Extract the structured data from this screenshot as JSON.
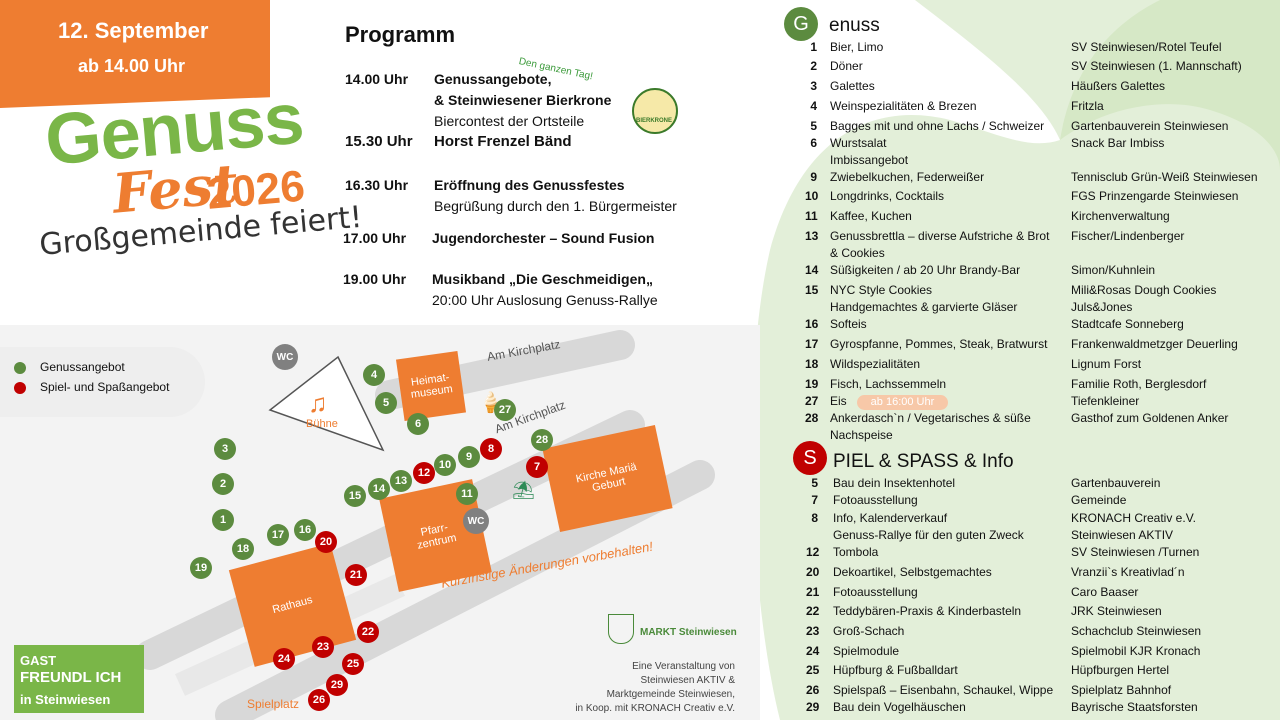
{
  "banner": {
    "date": "12. September",
    "time": "ab 14.00 Uhr"
  },
  "logo": {
    "line1": "Genuss",
    "line2": "Fest",
    "year": "2026",
    "subtitle": "Großgemeinde feiert!"
  },
  "program": {
    "title": "Programm",
    "all_day": "Den ganzen Tag!",
    "bierkrone_label": "BIERKRONE",
    "items": [
      {
        "time": "14.00 Uhr",
        "lines": [
          "Genussangebote,",
          "& Steinwiesener Bierkrone",
          "Biercontest der Ortsteile"
        ]
      },
      {
        "time": "15.30 Uhr",
        "lines": [
          "Horst Frenzel Bänd"
        ]
      },
      {
        "time": "16.30  Uhr",
        "lines": [
          "Eröffnung  des Genussfestes",
          "Begrüßung durch den 1. Bürgermeister"
        ]
      },
      {
        "time": "17.00 Uhr",
        "lines": [
          "Jugendorchester – Sound Fusion"
        ]
      },
      {
        "time": "19.00  Uhr",
        "lines": [
          "Musikband „Die Geschmeidigen„",
          "20:00 Uhr Auslosung Genuss-Rallye"
        ]
      }
    ]
  },
  "legend": {
    "green": "Genussangebot",
    "red": "Spiel- und Spaßangebot"
  },
  "map": {
    "streets": [
      "Am Kirchplatz",
      "Am Kirchplatz"
    ],
    "buildings": [
      "Heimat-museum",
      "Bühne",
      "Kirche Mariä Geburt",
      "Pfarr-zentrum",
      "Rathaus"
    ],
    "wc": "WC",
    "spielplatz": "Spielplatz",
    "disclaimer": "Kurzfristige Änderungen vorbehalten!",
    "markers_green": [
      "1",
      "2",
      "3",
      "4",
      "5",
      "6",
      "9",
      "10",
      "11",
      "13",
      "14",
      "15",
      "16",
      "17",
      "18",
      "19",
      "27",
      "28"
    ],
    "markers_red": [
      "7",
      "8",
      "12",
      "20",
      "21",
      "22",
      "23",
      "24",
      "25",
      "26",
      "29"
    ]
  },
  "organizer": [
    "Eine Veranstaltung von",
    "Steinwiesen AKTIV &",
    "Marktgemeinde Steinwiesen,",
    "in Koop. mit KRONACH Creativ e.V."
  ],
  "markt": "MARKT Steinwiesen",
  "gastfreundlich": {
    "l1": "GAST",
    "l2": "FREUNDL ICH",
    "l3": "in Steinwiesen"
  },
  "colors": {
    "orange": "#ee7d31",
    "green": "#7ab648",
    "dark_green": "#5c8b3f",
    "red": "#c00000"
  },
  "genuss": {
    "letter": "G",
    "title": "enuss",
    "rows": [
      {
        "n": "1",
        "a": "Bier, Limo",
        "v": "SV Steinwiesen/Rotel Teufel"
      },
      {
        "n": "2",
        "a": "Döner",
        "v": "SV Steinwiesen (1. Mannschaft)"
      },
      {
        "n": "3",
        "a": "Galettes",
        "v": "Häußers Galettes"
      },
      {
        "n": "4",
        "a": "Weinspezialitäten & Brezen",
        "v": "Fritzla"
      },
      {
        "n": "5",
        "a": "Bagges mit und ohne Lachs / Schweizer",
        "v": "Gartenbauverein Steinwiesen"
      },
      {
        "n": "6",
        "a": "Wurstsalat",
        "v": "Snack Bar Imbiss"
      },
      {
        "n": "",
        "a": "Imbissangebot",
        "v": ""
      },
      {
        "n": "9",
        "a": "Zwiebelkuchen, Federweißer",
        "v": "Tennisclub Grün-Weiß Steinwiesen"
      },
      {
        "n": "10",
        "a": "Longdrinks, Cocktails",
        "v": "FGS Prinzengarde Steinwiesen"
      },
      {
        "n": "11",
        "a": "Kaffee, Kuchen",
        "v": "Kirchenverwaltung"
      },
      {
        "n": "13",
        "a": "Genussbrettla – diverse Aufstriche & Brot",
        "v": "Fischer/Lindenberger"
      },
      {
        "n": "",
        "a": "& Cookies",
        "v": ""
      },
      {
        "n": "14",
        "a": "Süßigkeiten  / ab 20 Uhr Brandy-Bar",
        "v": "Simon/Kuhnlein"
      },
      {
        "n": "15",
        "a": "NYC Style Cookies",
        "v": "Mili&Rosas Dough Cookies"
      },
      {
        "n": "",
        "a": "Handgemachtes & garvierte Gläser",
        "v": "Juls&Jones"
      },
      {
        "n": "16",
        "a": "Softeis",
        "v": "Stadtcafe Sonneberg"
      },
      {
        "n": "17",
        "a": "Gyrospfanne, Pommes, Steak, Bratwurst",
        "v": "Frankenwaldmetzger Deuerling"
      },
      {
        "n": "18",
        "a": "Wildspezialitäten",
        "v": "Lignum Forst"
      },
      {
        "n": "19",
        "a": "Fisch, Lachssemmeln",
        "v": "Familie Roth, Berglesdorf"
      },
      {
        "n": "27",
        "a": "Eis",
        "tag": "ab 16:00 Uhr",
        "v": "Tiefenkleiner"
      },
      {
        "n": "28",
        "a": "Ankerdasch`n  / Vegetarisches &  süße",
        "v": "Gasthof zum Goldenen Anker"
      },
      {
        "n": "",
        "a": "Nachspeise",
        "v": ""
      }
    ]
  },
  "spiel": {
    "letter": "S",
    "title": "PIEL & SPASS & Info",
    "rows": [
      {
        "n": "5",
        "a": "Bau dein Insektenhotel",
        "v": "Gartenbauverein"
      },
      {
        "n": "7",
        "a": "Fotoausstellung",
        "v": "Gemeinde"
      },
      {
        "n": "8",
        "a": "Info, Kalenderverkauf",
        "v": "KRONACH Creativ e.V."
      },
      {
        "n": "",
        "a": "Genuss-Rallye für den guten Zweck",
        "v": "Steinwiesen AKTIV"
      },
      {
        "n": "12",
        "a": "Tombola",
        "v": "SV Steinwiesen /Turnen"
      },
      {
        "n": "20",
        "a": "Dekoartikel, Selbstgemachtes",
        "v": "Vranzii`s Kreativlad´n"
      },
      {
        "n": "21",
        "a": "Fotoausstellung",
        "v": "Caro Baaser"
      },
      {
        "n": "22",
        "a": "Teddybären-Praxis & Kinderbasteln",
        "v": "JRK Steinwiesen"
      },
      {
        "n": "23",
        "a": "Groß-Schach",
        "v": "Schachclub Steinwiesen"
      },
      {
        "n": "24",
        "a": "Spielmodule",
        "v": "Spielmobil KJR Kronach"
      },
      {
        "n": "25",
        "a": "Hüpfburg & Fußballdart",
        "v": "Hüpfburgen Hertel"
      },
      {
        "n": "26",
        "a": "Spielspaß – Eisenbahn, Schaukel, Wippe",
        "v": "Spielplatz Bahnhof"
      },
      {
        "n": "29",
        "a": "Bau dein Vogelhäuschen",
        "v": "Bayrische Staatsforsten"
      }
    ]
  }
}
